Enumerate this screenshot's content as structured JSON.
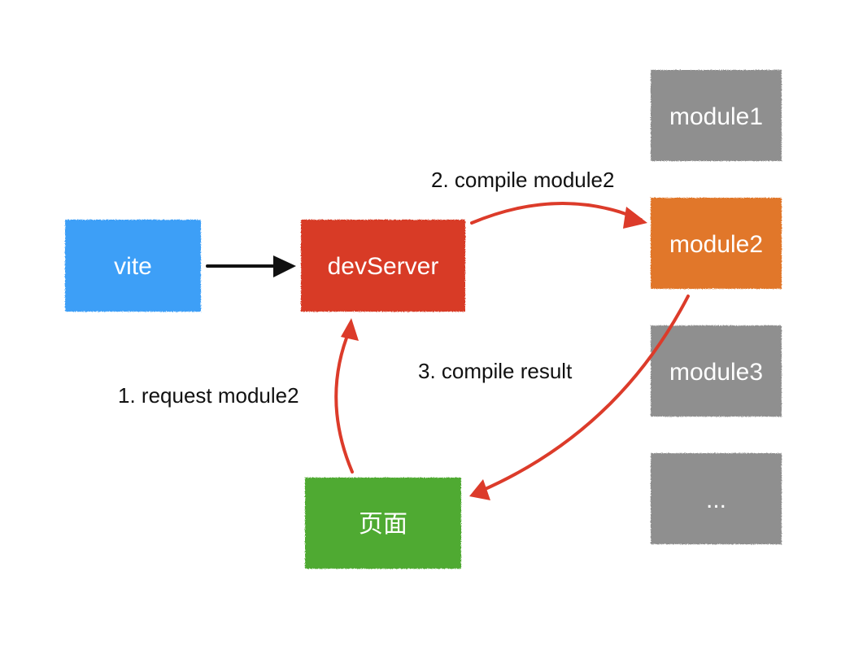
{
  "colors": {
    "blue": "#3d9ff7",
    "red": "#d83a26",
    "orange": "#e1772b",
    "green": "#4faa31",
    "gray": "#8f8f8f",
    "arrow_black": "#111111",
    "arrow_red": "#dc3b2a"
  },
  "nodes": {
    "vite": "vite",
    "devserver": "devServer",
    "module1": "module1",
    "module2": "module2",
    "module3": "module3",
    "ellipsis": "...",
    "page": "页面"
  },
  "edges": {
    "request": "1. request module2",
    "compile": "2. compile module2",
    "result": "3. compile result"
  }
}
